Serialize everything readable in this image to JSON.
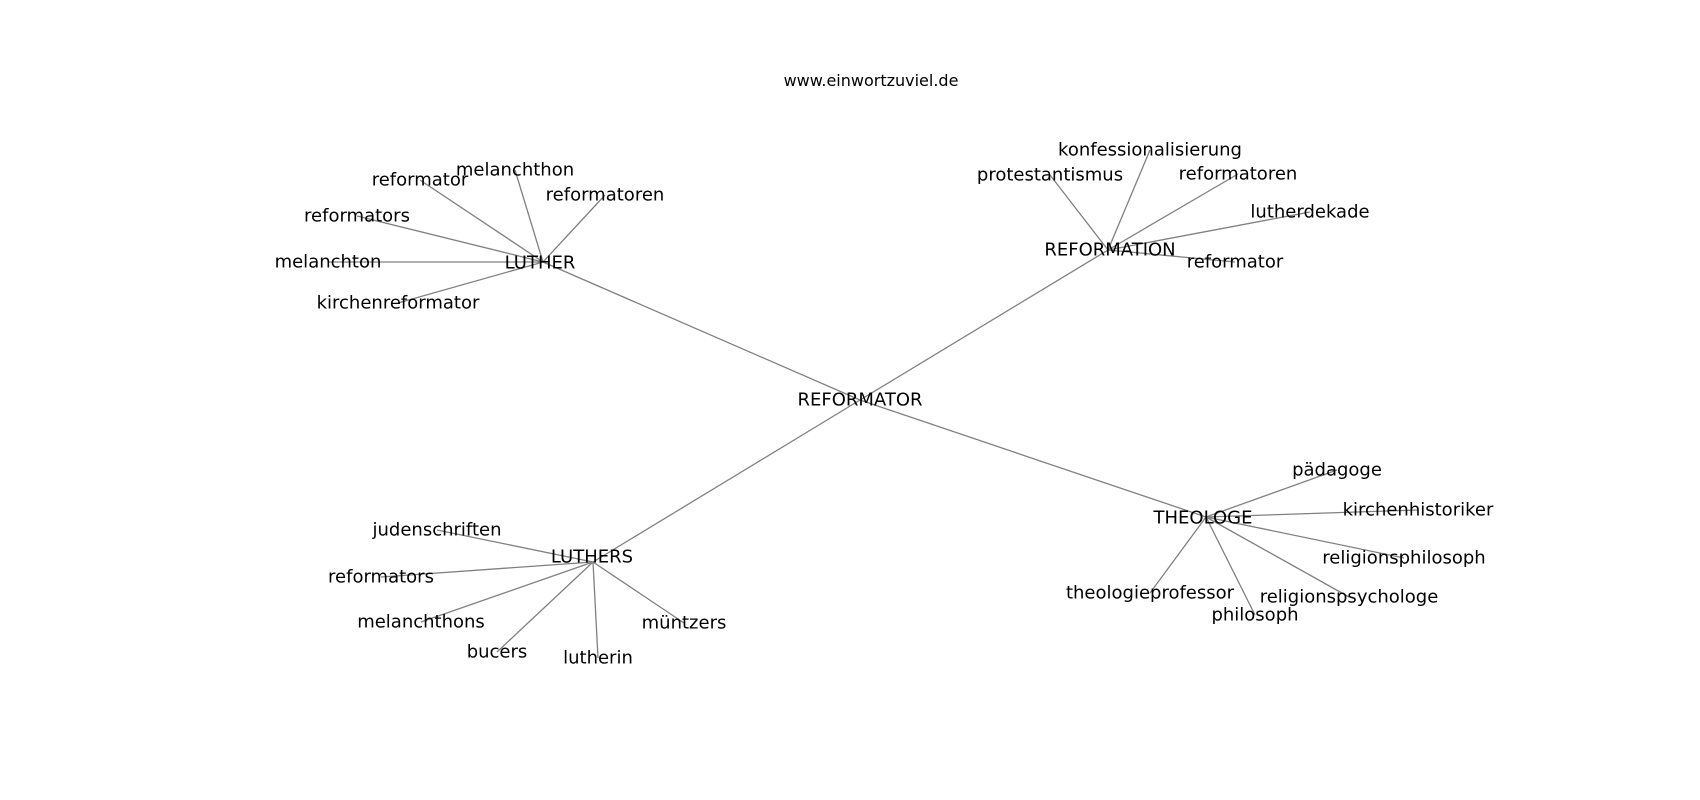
{
  "source": "www.einwortzuviel.de",
  "graph": {
    "center": "REFORMATOR",
    "hubs": [
      {
        "id": "luther",
        "label": "LUTHER",
        "leaves": [
          "melanchthon",
          "reformator",
          "reformatoren",
          "reformators",
          "melanchton",
          "kirchenreformator"
        ]
      },
      {
        "id": "reformation",
        "label": "REFORMATION",
        "leaves": [
          "konfessionalisierung",
          "protestantismus",
          "reformatoren",
          "lutherdekade",
          "reformator"
        ]
      },
      {
        "id": "luthers",
        "label": "LUTHERS",
        "leaves": [
          "judenschriften",
          "reformators",
          "melanchthons",
          "bucers",
          "lutherin",
          "müntzers"
        ]
      },
      {
        "id": "theologe",
        "label": "THEOLOGE",
        "leaves": [
          "pädagoge",
          "kirchenhistoriker",
          "religionsphilosoph",
          "theologieprofessor",
          "religionspsychologe",
          "philosoph"
        ]
      }
    ]
  },
  "colors": {
    "edge": "#808080",
    "text": "#000000",
    "background": "#ffffff"
  }
}
